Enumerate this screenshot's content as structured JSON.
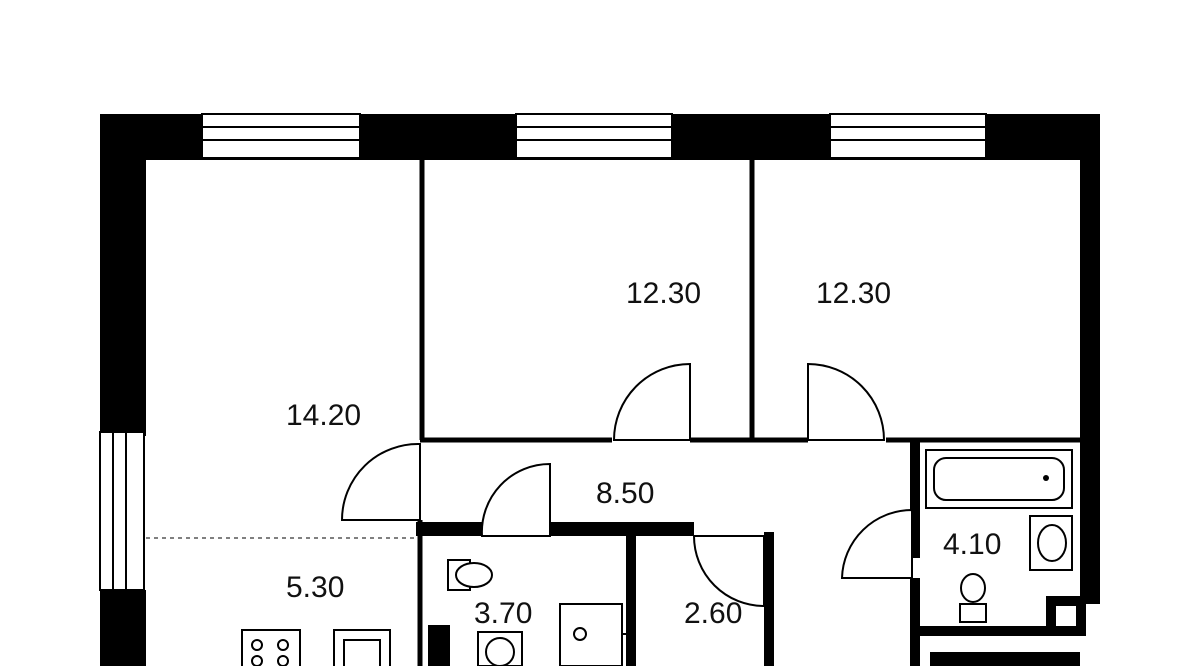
{
  "rooms": [
    {
      "id": "room-living",
      "area": "14.20"
    },
    {
      "id": "room-bedroom-1",
      "area": "12.30"
    },
    {
      "id": "room-bedroom-2",
      "area": "12.30"
    },
    {
      "id": "room-hall",
      "area": "8.50"
    },
    {
      "id": "room-kitchen",
      "area": "5.30"
    },
    {
      "id": "room-bathroom-1",
      "area": "3.70"
    },
    {
      "id": "room-storage",
      "area": "2.60"
    },
    {
      "id": "room-bathroom-2",
      "area": "4.10"
    }
  ],
  "colors": {
    "wall": "#000000",
    "background": "#ffffff",
    "text": "#111111"
  }
}
